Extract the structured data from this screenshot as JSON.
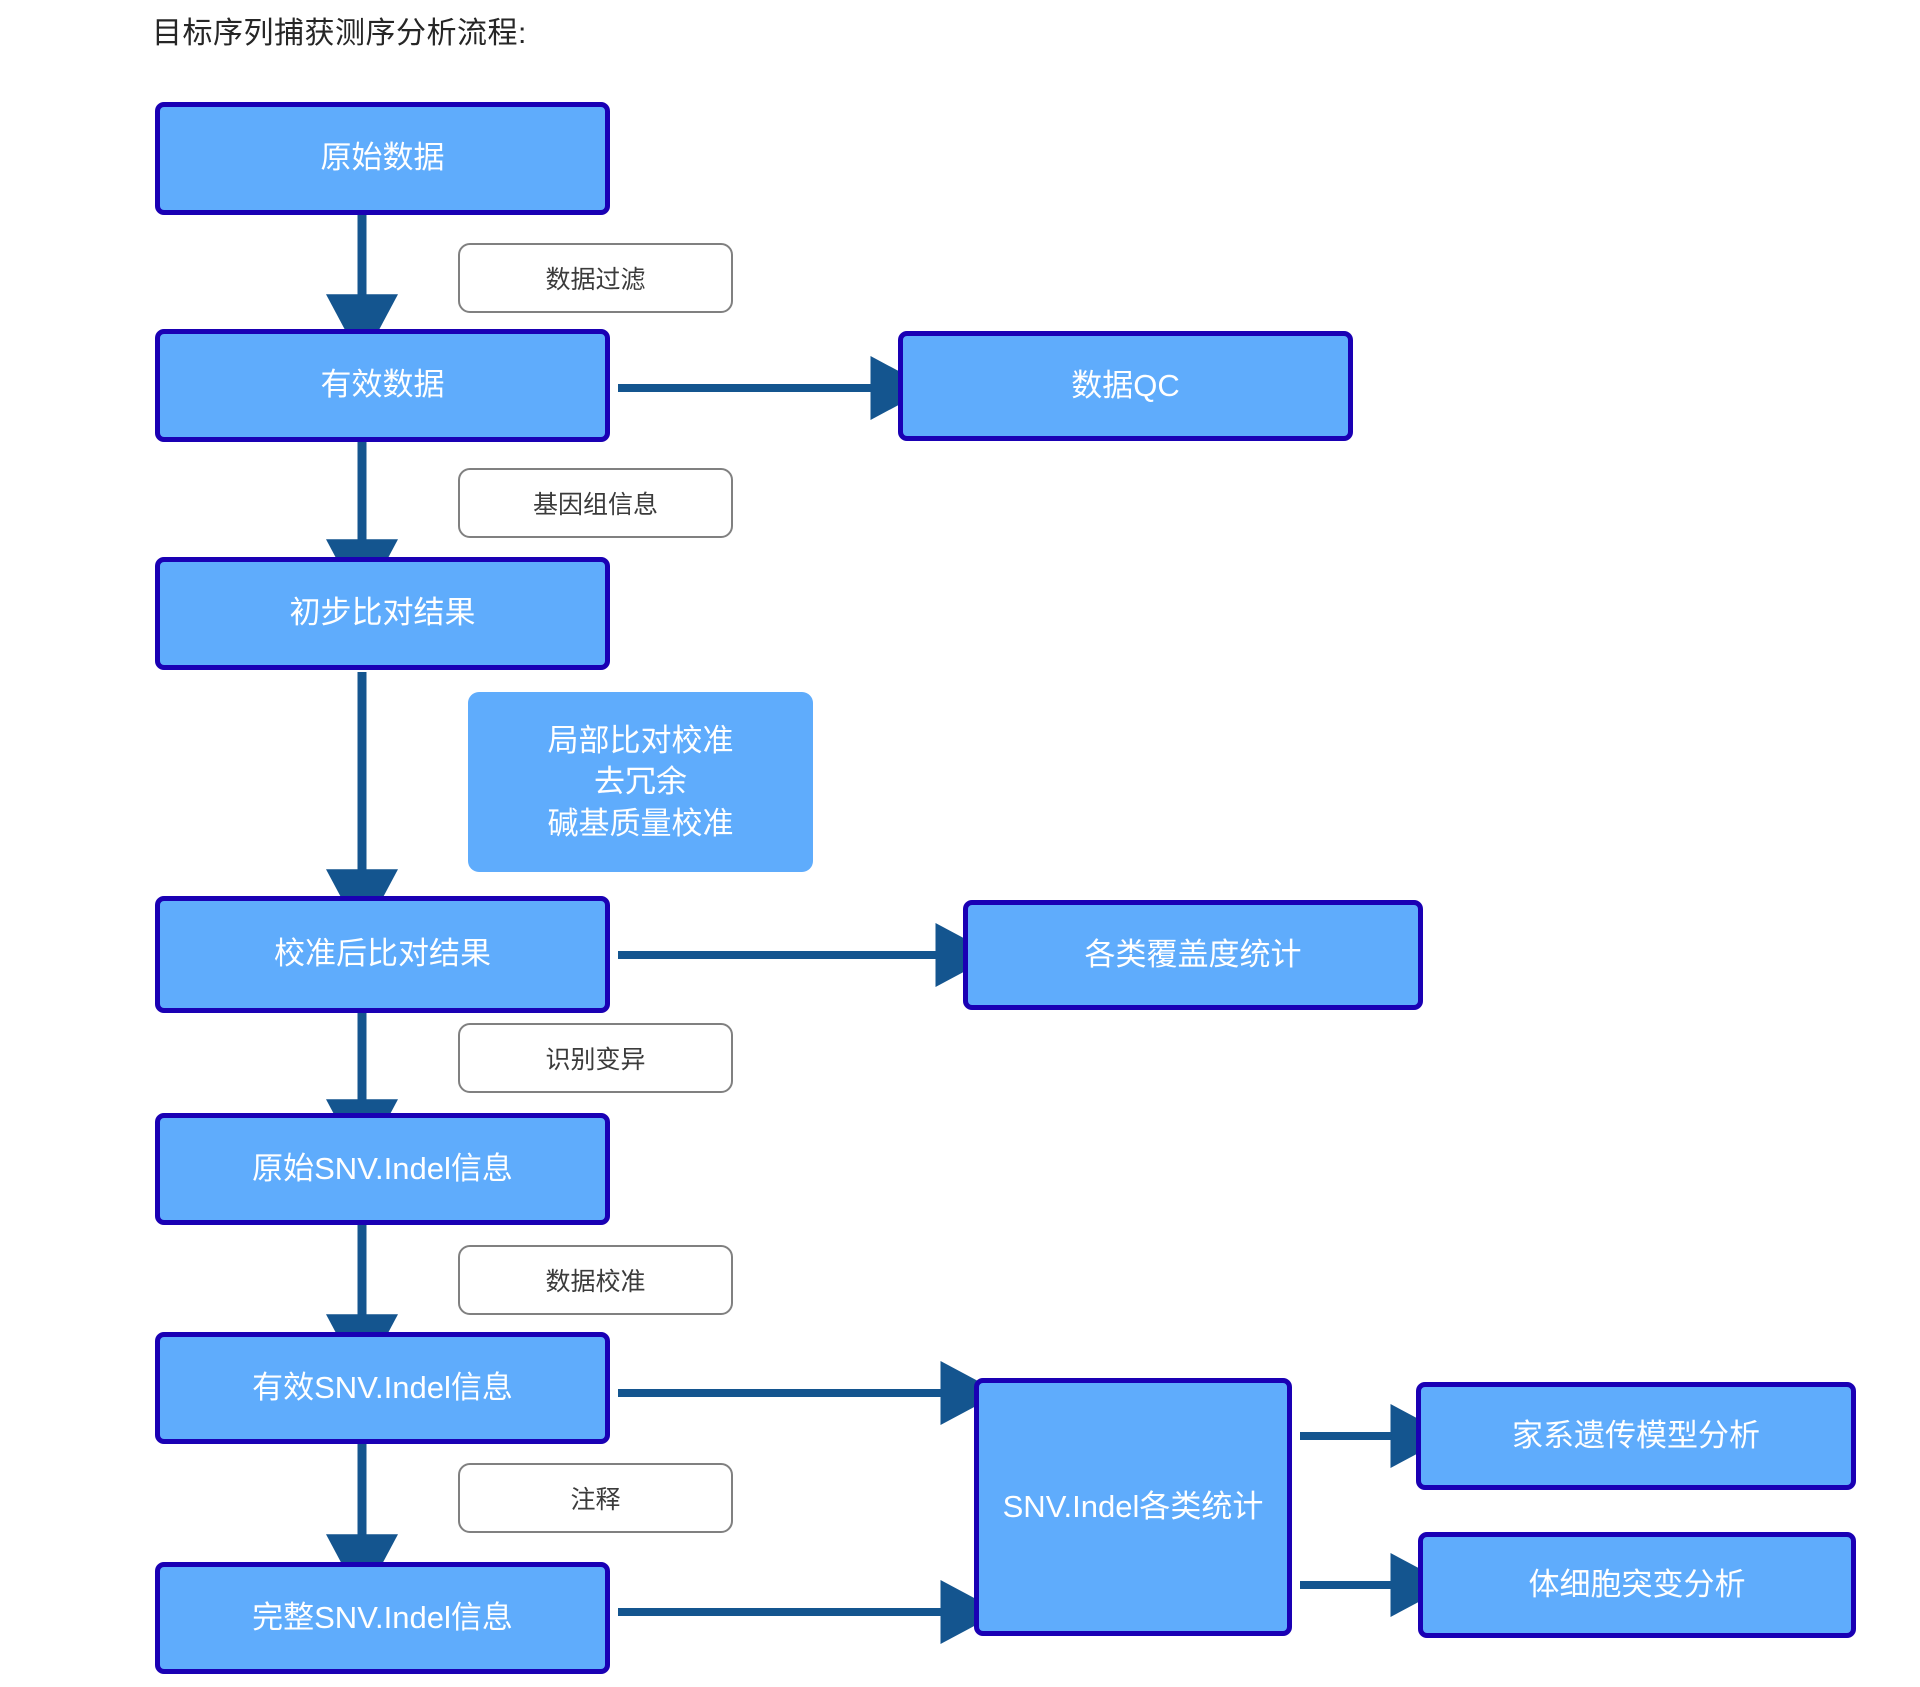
{
  "diagram": {
    "title": "目标序列捕获测序分析流程:",
    "colors": {
      "node_fill": "#5FACFC",
      "node_border": "#1A00B4",
      "node_text": "#FFFFFF",
      "label_border": "#808080",
      "label_text": "#3B3B3B",
      "arrow": "#14558F",
      "background": "#FFFFFF"
    },
    "nodes": [
      {
        "id": "raw-data",
        "label": "原始数据"
      },
      {
        "id": "valid-data",
        "label": "有效数据"
      },
      {
        "id": "data-qc",
        "label": "数据QC"
      },
      {
        "id": "initial-align",
        "label": "初步比对结果"
      },
      {
        "id": "realign-note",
        "label": "局部比对校准\n去冗余\n碱基质量校准",
        "lines": [
          "局部比对校准",
          "去冗余",
          "碱基质量校准"
        ]
      },
      {
        "id": "calibrated-align",
        "label": "校准后比对结果"
      },
      {
        "id": "coverage-stats",
        "label": "各类覆盖度统计"
      },
      {
        "id": "raw-snv-indel",
        "label": "原始SNV.Indel信息"
      },
      {
        "id": "valid-snv-indel",
        "label": "有效SNV.Indel信息"
      },
      {
        "id": "full-snv-indel",
        "label": "完整SNV.Indel信息"
      },
      {
        "id": "snv-indel-stats",
        "label": "SNV.Indel各类统计"
      },
      {
        "id": "pedigree",
        "label": "家系遗传模型分析"
      },
      {
        "id": "somatic",
        "label": "体细胞突变分析"
      }
    ],
    "edge_labels": [
      {
        "id": "filter",
        "label": "数据过滤"
      },
      {
        "id": "genome-info",
        "label": "基因组信息"
      },
      {
        "id": "call-var",
        "label": "识别变异"
      },
      {
        "id": "calibrate",
        "label": "数据校准"
      },
      {
        "id": "annotate",
        "label": "注释"
      }
    ]
  }
}
